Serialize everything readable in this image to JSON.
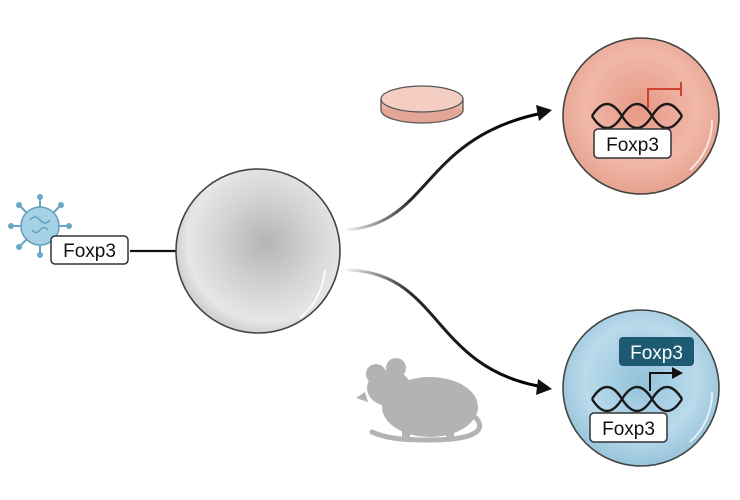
{
  "labels": {
    "virus_gene": "Foxp3",
    "red_cell_gene": "Foxp3",
    "blue_cell_gene": "Foxp3",
    "blue_cell_protein": "Foxp3"
  },
  "colors": {
    "red_cell": "#e8a592",
    "blue_cell": "#a9cfe3",
    "grey_cell": "#c9c9c9",
    "protein_box": "#1f5a73",
    "repressed_arrow": "#d0402e",
    "virus": "#8cc2dc",
    "mouse": "#b3b3b3",
    "petri_dish": "#f2c2b6"
  },
  "icons": {
    "virus": "virus-icon",
    "petri_dish": "petri-dish-icon",
    "mouse": "mouse-icon",
    "dna": "dna-helix-icon"
  }
}
